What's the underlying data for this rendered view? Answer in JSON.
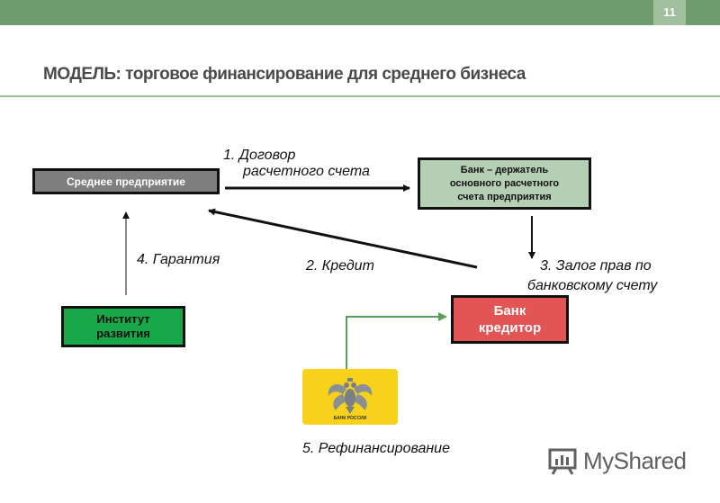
{
  "slide_number": "11",
  "title": "МОДЕЛЬ: торговое финансирование для среднего бизнеса",
  "nodes": {
    "sme": "Среднее предприятие",
    "bank_holder": [
      "Банк – держатель",
      "основного расчетного",
      "счета предприятия"
    ],
    "dev_institute": [
      "Институт",
      "развития"
    ],
    "bank_creditor": [
      "Банк",
      "кредитор"
    ],
    "central_bank_text": "БАНК РОССИИ"
  },
  "edges": {
    "e1": [
      "1. Договор",
      "расчетного счета"
    ],
    "e2": "2. Кредит",
    "e3": [
      "3. Залог прав по",
      "банковскому счету"
    ],
    "e4": "4. Гарантия",
    "e5": "5. Рефинансирование"
  },
  "watermark": "MyShared",
  "colors": {
    "topbar": "#6e9b6d",
    "sme_box": "#7f7f7f",
    "bank_holder_box": "#b5cfb4",
    "dev_box": "#18a84a",
    "creditor_box": "#e35555",
    "cbr_bg": "#f8d21a",
    "refi_arrow": "#5aa05a"
  }
}
